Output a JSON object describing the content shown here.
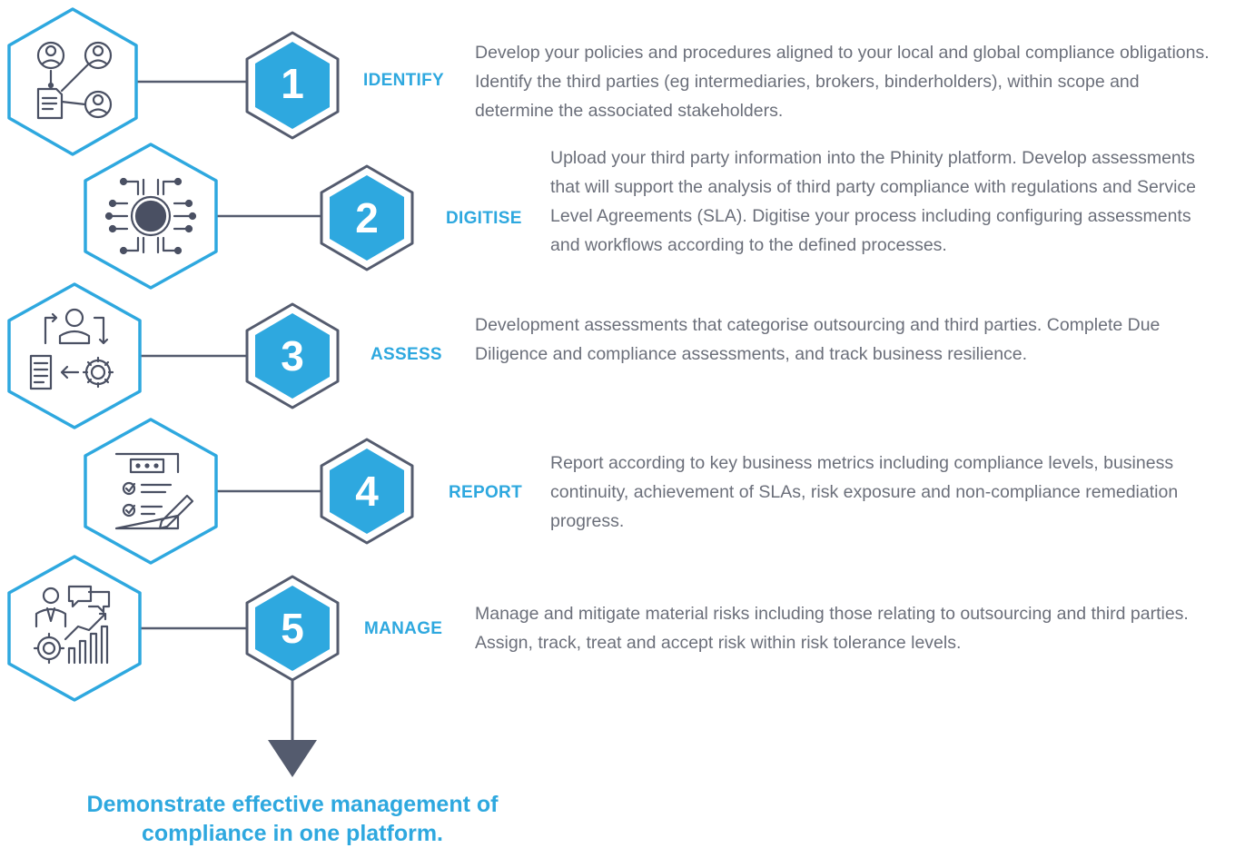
{
  "steps": [
    {
      "number": "1",
      "label": "IDENTIFY",
      "icon": "people-network-icon",
      "description": "Develop your policies and procedures aligned to your local and global compliance obligations. Identify the third parties (eg intermediaries, brokers, binderholders), within scope and determine the associated stakeholders."
    },
    {
      "number": "2",
      "label": "DIGITISE",
      "icon": "circuit-chip-icon",
      "description": "Upload your third party information into the Phinity platform. Develop assessments that will support the analysis of third party compliance with regulations and Service Level Agreements (SLA). Digitise your process including configuring assessments and workflows according to the defined processes."
    },
    {
      "number": "3",
      "label": "ASSESS",
      "icon": "person-document-gear-icon",
      "description": "Development assessments that categorise outsourcing and third parties. Complete Due Diligence and compliance assessments, and track business resilience."
    },
    {
      "number": "4",
      "label": "REPORT",
      "icon": "checklist-report-icon",
      "description": "Report according to key business metrics including compliance levels, business continuity, achievement of SLAs, risk exposure and non-compliance remediation progress."
    },
    {
      "number": "5",
      "label": "MANAGE",
      "icon": "manager-chart-gear-icon",
      "description": "Manage and mitigate material risks including those relating to outsourcing and third parties. Assign, track, treat and accept risk within risk tolerance levels."
    }
  ],
  "outcome": "Demonstrate effective management of compliance in one platform.",
  "colors": {
    "accent": "#2ea8df",
    "outline": "#545b6e",
    "text": "#6b6f7a"
  }
}
